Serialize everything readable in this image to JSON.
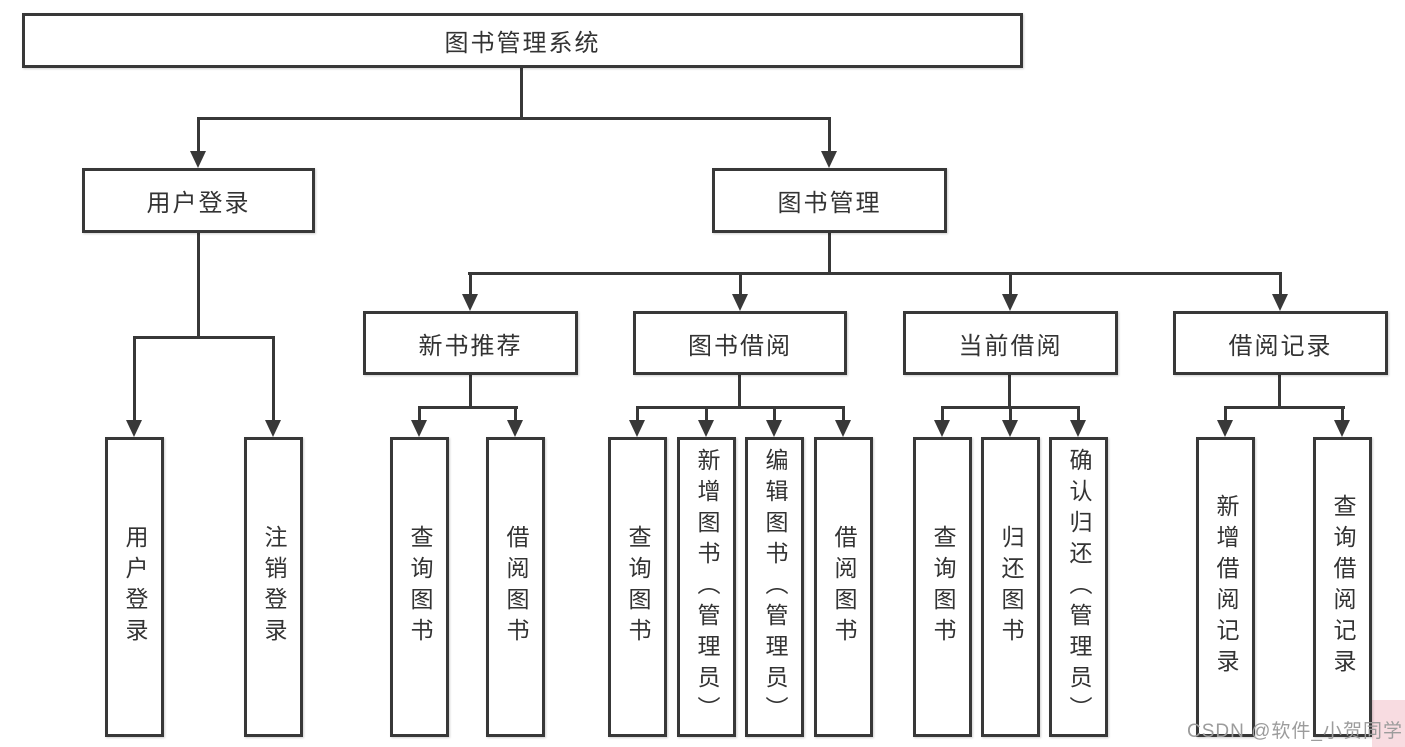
{
  "tree": {
    "root": {
      "label": "图书管理系统",
      "children": [
        {
          "label": "用户登录",
          "children": [
            {
              "label": "用户登录"
            },
            {
              "label": "注销登录"
            }
          ]
        },
        {
          "label": "图书管理",
          "children": [
            {
              "label": "新书推荐",
              "children": [
                {
                  "label": "查询图书"
                },
                {
                  "label": "借阅图书"
                }
              ]
            },
            {
              "label": "图书借阅",
              "children": [
                {
                  "label": "查询图书"
                },
                {
                  "label": "新增图书（管理员）"
                },
                {
                  "label": "编辑图书（管理员）"
                },
                {
                  "label": "借阅图书"
                }
              ]
            },
            {
              "label": "当前借阅",
              "children": [
                {
                  "label": "查询图书"
                },
                {
                  "label": "归还图书"
                },
                {
                  "label": "确认归还（管理员）"
                }
              ]
            },
            {
              "label": "借阅记录",
              "children": [
                {
                  "label": "新增借阅记录"
                },
                {
                  "label": "查询借阅记录"
                }
              ]
            }
          ]
        }
      ]
    }
  },
  "watermark": {
    "text": "CSDN @软件_小贺同学"
  },
  "colors": {
    "line": "#383838",
    "node_text": "#333333",
    "node_fill": "#ffffff",
    "background": "#ffffff",
    "watermark_text": "#9c9c9c",
    "watermark_accent_bg": "#f8dce1"
  }
}
